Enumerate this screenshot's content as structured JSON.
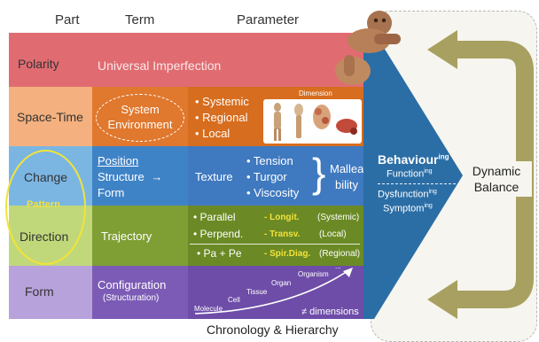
{
  "headers": {
    "part": "Part",
    "term": "Term",
    "parameter": "Parameter"
  },
  "rows": {
    "polarity": {
      "part": "Polarity",
      "term": "Universal Imperfection"
    },
    "space_time": {
      "part": "Space-Time",
      "term_line1": "System",
      "term_line2": "Environment",
      "params": [
        "• Systemic",
        "• Regional",
        "• Local"
      ],
      "dimension_label": "Dimension"
    },
    "change": {
      "part": "Change",
      "terms": [
        "Position",
        "Structure",
        "Form"
      ],
      "arrow": "→",
      "texture": "Texture",
      "params": [
        "• Tension",
        "• Turgor",
        "• Viscosity"
      ],
      "brace": "}",
      "mallea1": "Mallea",
      "mallea2": "bility"
    },
    "pattern_label": "Pattern",
    "direction": {
      "part": "Direction",
      "term": "Trajectory",
      "items": [
        {
          "name": "• Parallel",
          "code": "- Longit.",
          "scope": "(Systemic)"
        },
        {
          "name": "• Perpend.",
          "code": "- Transv.",
          "scope": "(Local)"
        },
        {
          "name": "• Pa + Pe",
          "code": "- Spir.Diag.",
          "scope": "(Regional)"
        }
      ]
    },
    "form": {
      "part": "Form",
      "term_line1": "Configuration",
      "term_line2": "(Structuration)",
      "hierarchy": [
        "Molecule",
        "Cell",
        "Tissue",
        "Organ",
        "Organism",
        "..."
      ],
      "dims": "≠ dimensions"
    }
  },
  "behaviour": {
    "title": "Behaviour",
    "title_sup": "ing",
    "function": "Function",
    "function_sup": "ing",
    "dysfunction": "Dysfunction",
    "dysfunction_sup": "ing",
    "symptom": "Symptom",
    "symptom_sup": "ing"
  },
  "dynamic_balance": {
    "line1": "Dynamic",
    "line2": "Balance"
  },
  "footer": "Chronology & Hierarchy",
  "colors": {
    "polarity": "#e06c72",
    "space_time_part": "#f4b07e",
    "space_time_term": "#e0782e",
    "space_time_param": "#d76d1e",
    "change_part": "#7bb6e3",
    "change_term": "#3f83c7",
    "change_param": "#3f79c0",
    "direction_part": "#c1d87a",
    "direction_term": "#7f9e34",
    "direction_param": "#6b8a25",
    "form_part": "#b8a2db",
    "form_term": "#7c5bb6",
    "form_param": "#6e4da8",
    "arrow_blue": "#2b6ea6",
    "loop_arrow": "#a8a060",
    "pattern": "#f2e33a"
  },
  "icons": [
    "hands-figure",
    "anatomy-figures",
    "loop-arrow"
  ]
}
